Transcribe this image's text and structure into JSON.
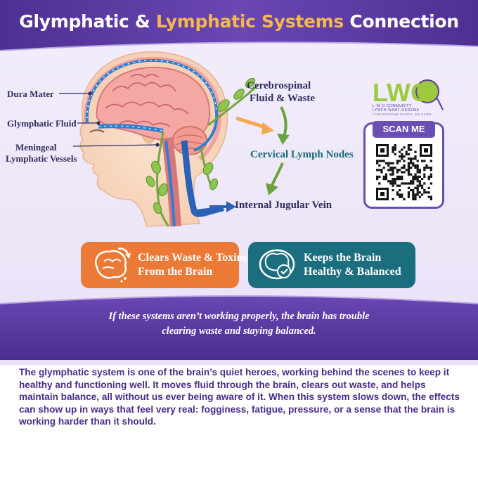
{
  "header": {
    "title_part1": "Glymphatic &",
    "title_highlight": "Lymphatic Systems",
    "title_part2": "Connection"
  },
  "labels": {
    "dura_mater": "Dura Mater",
    "glymphatic_fluid": "Glymphatic Fluid",
    "meningeal_line1": "Meningeal",
    "meningeal_line2": "Lymphatic Vessels",
    "csf_line1": "Cerebrospinal",
    "csf_line2": "Fluid & Waste",
    "cervical_nodes": "Cervical Lymph Nodes",
    "jugular_vein": "Internal Jugular Vein"
  },
  "logo": {
    "letters": "LWO",
    "line1": "L·W·O COMMUNITY",
    "line2": "LYMPH·WHAT·OEDEMA",
    "line3": "LYMPHOEDEMA EXISTS, WE EXIST"
  },
  "scan": {
    "label": "SCAN ME"
  },
  "benefits": [
    {
      "line1": "Clears Waste & Toxins",
      "line2": "From the Brain"
    },
    {
      "line1": "Keeps the Brain",
      "line2": "Healthy & Balanced"
    }
  ],
  "warning": {
    "line1": "If these systems aren’t working properly, the brain has trouble",
    "line2": "clearing waste and staying balanced."
  },
  "body_text": "The glymphatic system is one of the brain’s quiet heroes, working behind the scenes to keep it healthy and functioning well. It moves fluid through the brain, clears out waste, and helps maintain balance, all without us ever being aware of it. When this system slows down, the effects can show up in ways that feel very real: fogginess, fatigue, pressure, or a sense that the brain is working harder than it should.",
  "colors": {
    "purple": "#5b3ea0",
    "orange": "#ec7a37",
    "teal": "#1b6e7e",
    "highlight": "#f6b84b"
  }
}
